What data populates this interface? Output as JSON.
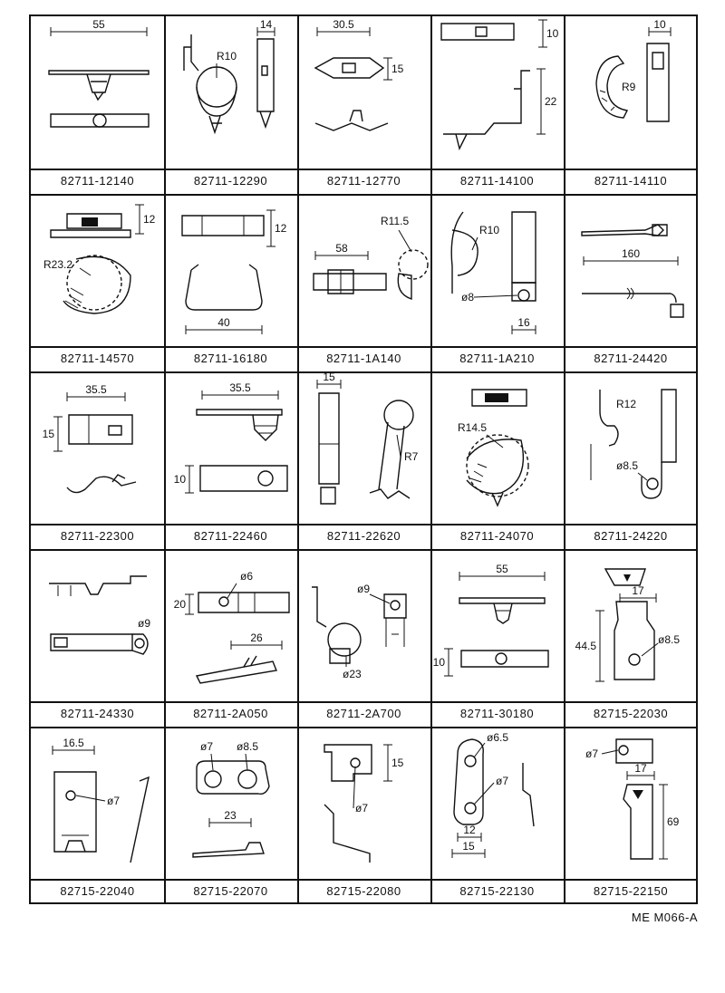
{
  "part_numbers": [
    [
      "82711-12140",
      "82711-12290",
      "82711-12770",
      "82711-14100",
      "82711-14110"
    ],
    [
      "82711-14570",
      "82711-16180",
      "82711-1A140",
      "82711-1A210",
      "82711-24420"
    ],
    [
      "82711-22300",
      "82711-22460",
      "82711-22620",
      "82711-24070",
      "82711-24220"
    ],
    [
      "82711-24330",
      "82711-2A050",
      "82711-2A700",
      "82711-30180",
      "82715-22030"
    ],
    [
      "82715-22040",
      "82715-22070",
      "82715-22080",
      "82715-22130",
      "82715-22150"
    ]
  ],
  "dimensions": {
    "r0c0": [
      "55"
    ],
    "r0c1": [
      "14",
      "R10"
    ],
    "r0c2": [
      "30.5",
      "15"
    ],
    "r0c3": [
      "10",
      "22"
    ],
    "r0c4": [
      "10",
      "R9"
    ],
    "r1c0": [
      "12",
      "R23.2"
    ],
    "r1c1": [
      "12",
      "40"
    ],
    "r1c2": [
      "R11.5",
      "58"
    ],
    "r1c3": [
      "R10",
      "ø8",
      "16"
    ],
    "r1c4": [
      "160"
    ],
    "r2c0": [
      "35.5",
      "15"
    ],
    "r2c1": [
      "35.5",
      "10"
    ],
    "r2c2": [
      "15",
      "R7"
    ],
    "r2c3": [
      "R14.5"
    ],
    "r2c4": [
      "R12",
      "ø8.5"
    ],
    "r3c0": [
      "ø9"
    ],
    "r3c1": [
      "ø6",
      "20",
      "26"
    ],
    "r3c2": [
      "ø9",
      "ø23"
    ],
    "r3c3": [
      "55",
      "10"
    ],
    "r3c4": [
      "17",
      "44.5",
      "ø8.5"
    ],
    "r4c0": [
      "16.5",
      "ø7"
    ],
    "r4c1": [
      "ø7",
      "ø8.5",
      "23"
    ],
    "r4c2": [
      "15",
      "ø7"
    ],
    "r4c3": [
      "ø6.5",
      "ø7",
      "12",
      "15"
    ],
    "r4c4": [
      "ø7",
      "17",
      "69"
    ]
  },
  "reference_code": "ME M066-A"
}
